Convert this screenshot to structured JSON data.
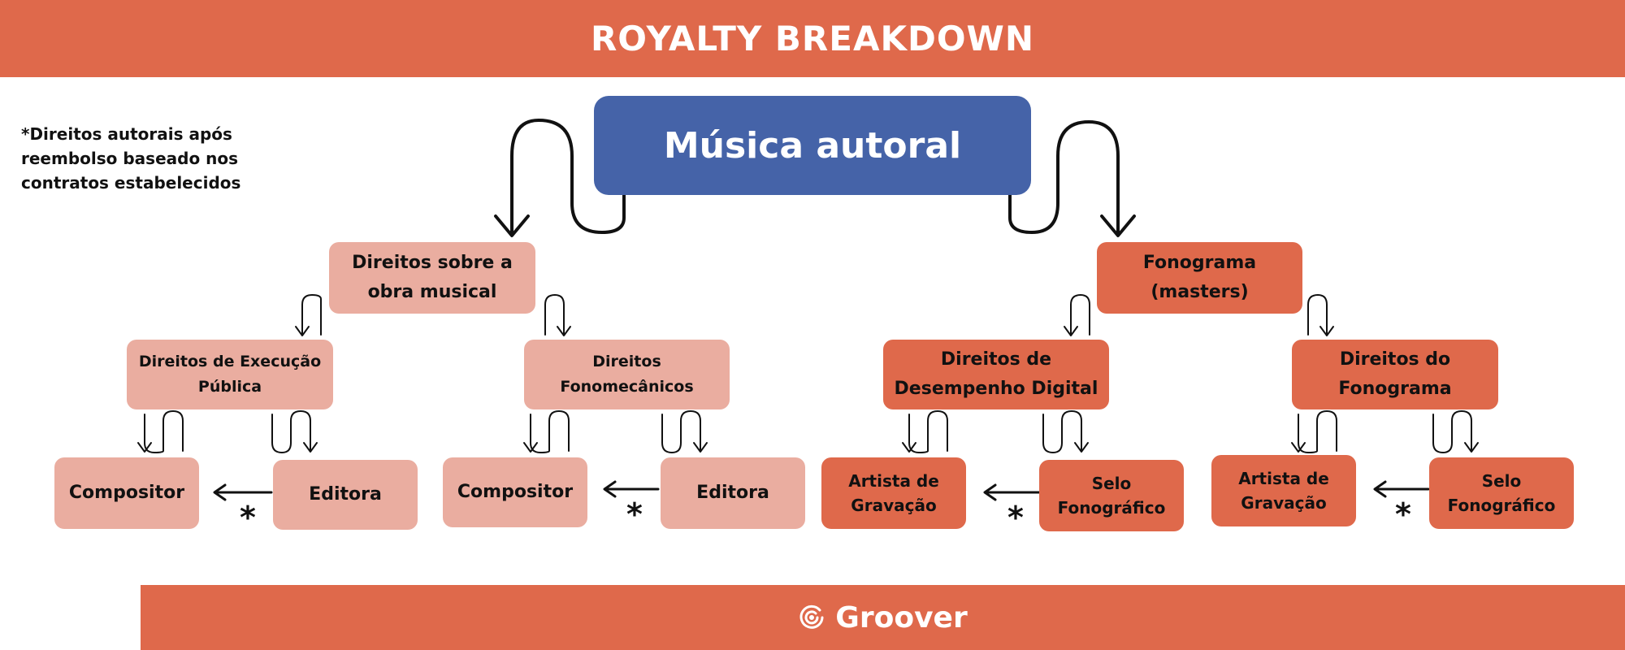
{
  "header": {
    "title": "ROYALTY BREAKDOWN"
  },
  "note": {
    "text": "*Direitos autorais após reembolso baseado nos contratos estabelecidos"
  },
  "root": {
    "label": "Música autoral"
  },
  "level1": {
    "left": {
      "label": "Direitos sobre a obra musical"
    },
    "right": {
      "label": "Fonograma (masters)"
    }
  },
  "level2": {
    "execucao_publica": "Direitos de Execução Pública",
    "fonomecanicos": "Direitos Fonomecânicos",
    "desempenho_digital": "Direitos de Desempenho Digital",
    "fonograma": "Direitos do Fonograma"
  },
  "level3": {
    "compositor_1": "Compositor",
    "editora_1": "Editora",
    "compositor_2": "Compositor",
    "editora_2": "Editora",
    "artista_1": "Artista de Gravação",
    "selo_1": "Selo Fonográfico",
    "artista_2": "Artista de Gravação",
    "selo_2": "Selo Fonográfico"
  },
  "asterisk": "*",
  "footer": {
    "brand": "Groover"
  },
  "colors": {
    "header_footer": "#df694b",
    "root": "#4563a8",
    "light_box": "#eaada0",
    "dark_box": "#df694b"
  }
}
